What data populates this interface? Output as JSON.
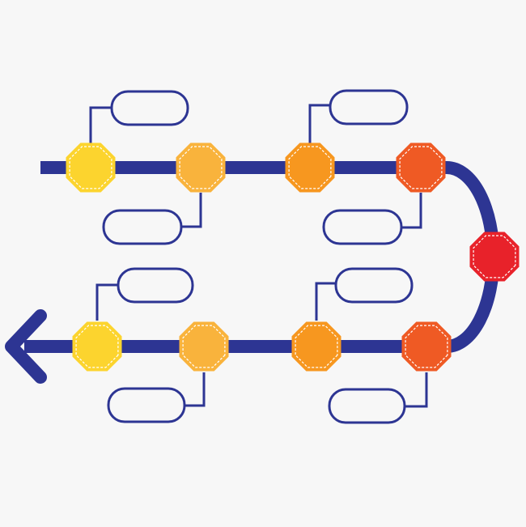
{
  "colors": {
    "background": "#f7f7f7",
    "track": "#2d3593",
    "outline": "#2d3593",
    "stitch": "#ffffff",
    "yellow": "#fcd42e",
    "light_orange": "#f9b33c",
    "orange": "#f7971f",
    "red_orange": "#ef5a24",
    "red": "#e8222a"
  },
  "flow": {
    "direction": "left",
    "arrow_icon": "arrow-left-icon",
    "top_row": [
      {
        "color": "yellow",
        "label": "",
        "label_side": "above"
      },
      {
        "color": "light_orange",
        "label": "",
        "label_side": "below"
      },
      {
        "color": "orange",
        "label": "",
        "label_side": "above"
      },
      {
        "color": "red_orange",
        "label": "",
        "label_side": "below"
      }
    ],
    "turn_node": {
      "color": "red"
    },
    "bottom_row": [
      {
        "color": "red_orange",
        "label": "",
        "label_side": "below"
      },
      {
        "color": "orange",
        "label": "",
        "label_side": "above"
      },
      {
        "color": "light_orange",
        "label": "",
        "label_side": "below"
      },
      {
        "color": "yellow",
        "label": "",
        "label_side": "above"
      }
    ]
  }
}
